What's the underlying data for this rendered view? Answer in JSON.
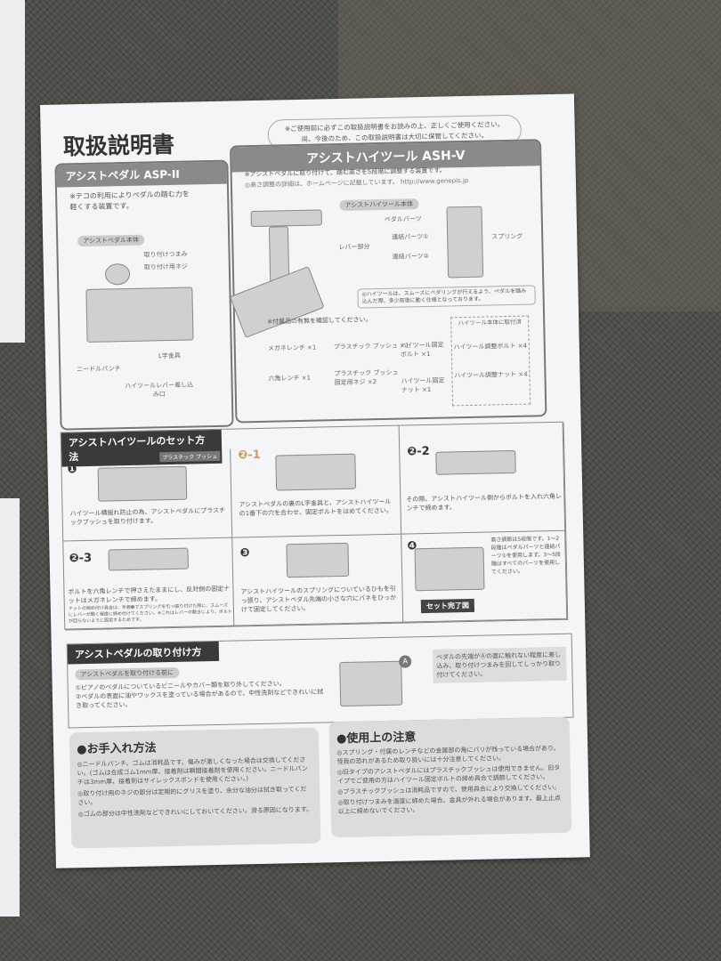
{
  "title": "取扱説明書",
  "notice": [
    "※ご使用前に必ずこの取扱説明書をお読みの上、正しくご使用ください。",
    "尚、今後のため、この取扱説明書は大切に保管してください。"
  ],
  "asp": {
    "header": "アシストペダル ASP-II",
    "desc": [
      "※テコの利用によりペダルの踏む力を",
      "軽くする装置です。"
    ],
    "body_label": "アシストペダル本体",
    "labels": [
      "取り付けつまみ",
      "取り付け用ネジ",
      "ニードルパンチ",
      "L字金具",
      "ハイツールレバー差し込み口"
    ]
  },
  "ash": {
    "header": "アシストハイツール ASH-V",
    "desc": "※アシストペダルに取り付けて、踏む高さを5段階に調整する装置です。",
    "note": "◎高さ調整の詳細は、ホームページに記載しています。",
    "url": "http://www.genepis.jp",
    "body_label": "アシストハイツール本体",
    "labels": [
      "ペダルパーツ",
      "レバー部分",
      "連結パーツ①",
      "連結パーツ②",
      "スプリング"
    ],
    "smooth_note": "◎ハイツールは、スムーズにペダリングが行えるよう、ペダルを踏み込んだ際、多少前後に動く仕様となっております。",
    "accessories_title": "※付属品の有無を確認してください。",
    "accessories": [
      "メガネレンチ ×1",
      "プラスチック ブッシュ ×1",
      "ハイツール固定ボルト ×1",
      "六角レンチ ×1",
      "プラスチック ブッシュ固定用ネジ ×2",
      "ハイツール固定ナット ×1"
    ],
    "preinstalled_title": "ハイツール本体に取付済",
    "preinstalled": [
      "ハイツール調整ボルト ×4",
      "ハイツール調整ナット ×4"
    ]
  },
  "setup": {
    "header": "アシストハイツールのセット方法",
    "steps": [
      {
        "num": "❶",
        "tag": "プラスチック ブッシュ",
        "text": "ハイツール横揺れ防止の為、アシストペダルにプラスチックブッシュを取り付けます。"
      },
      {
        "num": "❷-1",
        "text": "アシストペダルの裏のL字金具と、アシストハイツールの1番下の穴を合わせ、固定ボルトをはめてください。"
      },
      {
        "num": "❷-2",
        "text": "その際、アシストハイツール側からボルトを入れ六角レンチで締めます。"
      },
      {
        "num": "❷-3",
        "text": "ボルトを六角レンチで押さえたままにし、反対側の固定ナットはメガネレンチで締めます。",
        "fine": "ナットの締め付け具合は、手順❸でスプリングを引っ張り付けた際に、スムーズにレバーが動く程度に締め付けてください。※これはレバーの動きにより、ボルトが回らないように固定するためです。"
      },
      {
        "num": "❸",
        "text": "アシストハイツールのスプリングについているひもを引っ張り、アシストペダル先端の小さな穴にバネをひっかけて固定してください。"
      },
      {
        "num": "❹",
        "text": "高さ調節は5段階です。1〜2段階はペダルパーツと連結パーツ①を使用します。3〜5段階はすべてのパーツを使用してください。",
        "badge": "セット完了図"
      }
    ]
  },
  "mount": {
    "header": "アシストペダルの取り付け方",
    "before": "アシストペダルを取り付ける前に",
    "items": [
      "①ピアノのペダルについているビニールやカバー類を取り外してください。",
      "②ペダルの表面に油やワックスを塗っている場合があるので、中性洗剤などできれいに拭き取ってください。"
    ],
    "marker": "A",
    "instruction": "ペダルの先端がⒶの面に触れない程度に差し込み、取り付けつまみを回してしっかり取り付けてください。"
  },
  "care": {
    "title": "●お手入れ方法",
    "items": [
      "◎ニードルパンチ、ゴムは消耗品です。傷みが激しくなった場合は交換してください。(ゴムは合成ゴム1mm厚、接着剤は瞬間接着剤を使用ください。ニードルパンチは3mm厚、接着剤はサイレックスボンドを使用ください。)",
      "◎取り付け用のネジの部分は定期的にグリスを塗り、余分な油分は拭き取ってください。",
      "◎ゴムの部分は中性洗剤などできれいにしておいてください。滑る原因になります。"
    ]
  },
  "caution": {
    "title": "●使用上の注意",
    "items": [
      "◎スプリング・付属のレンチなどの金属部の角にバリが残っている場合があり、怪我の恐れがあるため取り扱いには十分注意してください。",
      "◎旧タイプのアシストペダルにはプラスチックブッシュは使用できません。旧タイプでご使用の方はハイツール固定ボルトの締め具合で調節してください。",
      "◎プラスチックブッシュは消耗品ですので、使用具合により交換してください。",
      "◎取り付けつまみを過度に締めた場合、金具が外れる場合があります。最上止点以上に締めないでください。"
    ]
  }
}
